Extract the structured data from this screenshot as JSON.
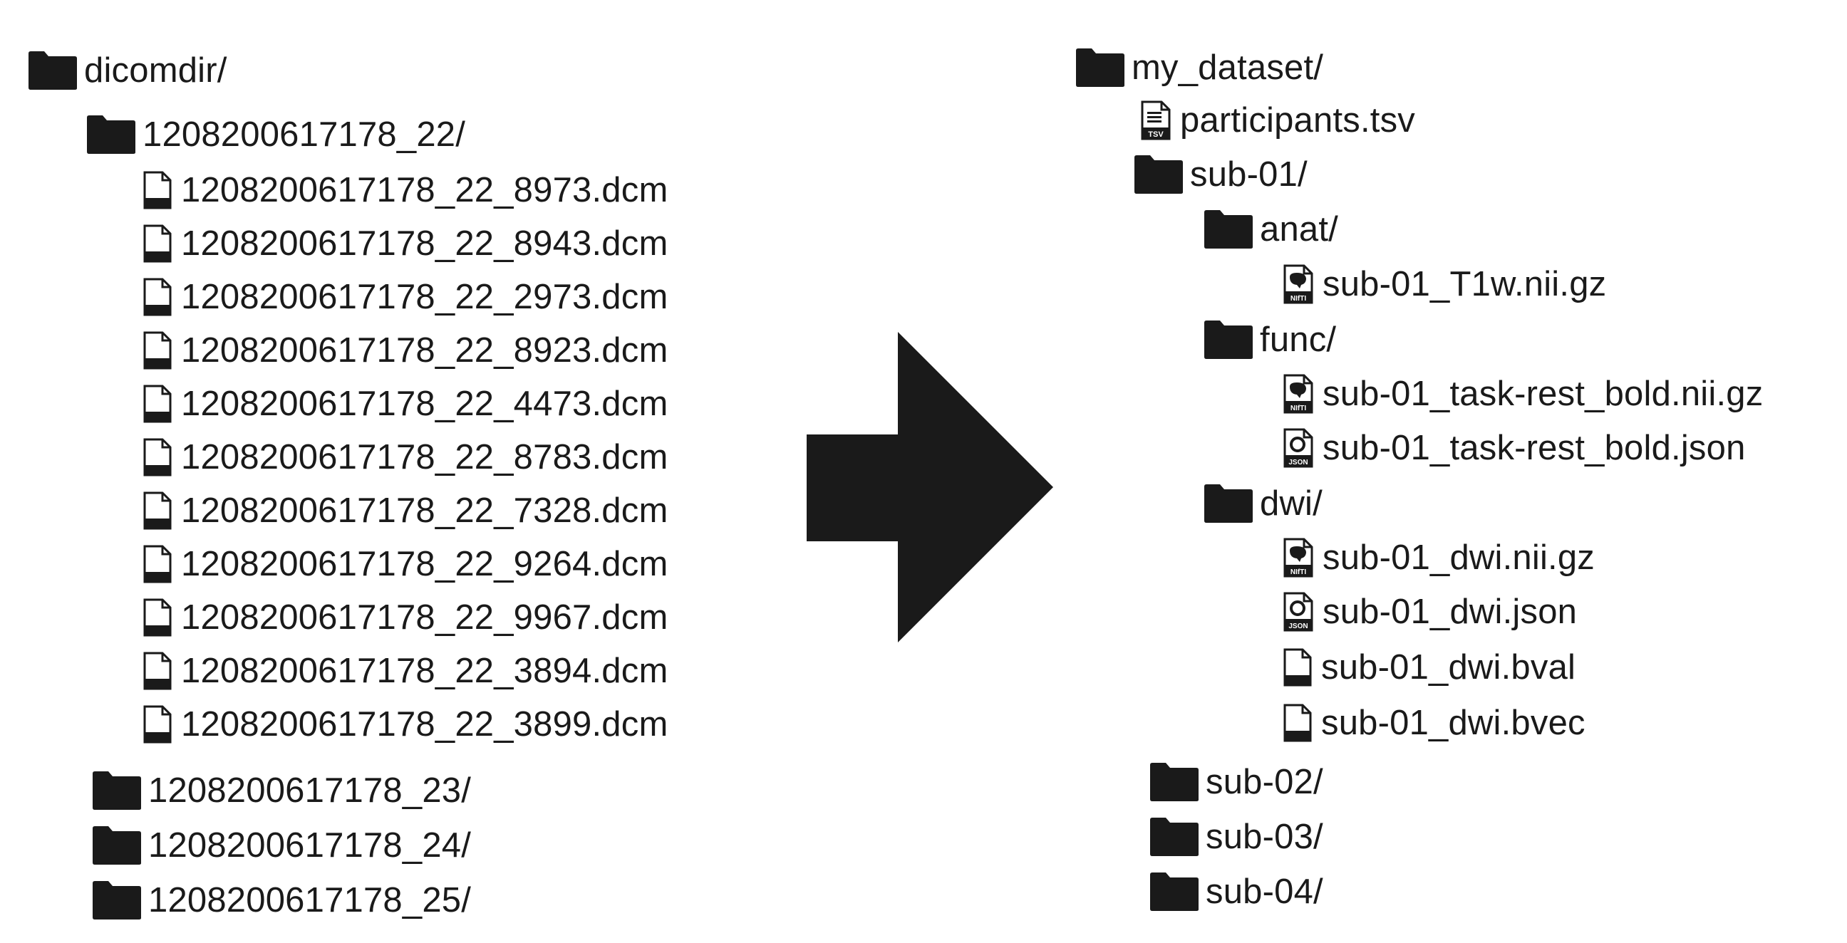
{
  "source_tree": {
    "root": "dicomdir/",
    "open_folder": "1208200617178_22/",
    "files": [
      "1208200617178_22_8973.dcm",
      "1208200617178_22_8943.dcm",
      "1208200617178_22_2973.dcm",
      "1208200617178_22_8923.dcm",
      "1208200617178_22_4473.dcm",
      "1208200617178_22_8783.dcm",
      "1208200617178_22_7328.dcm",
      "1208200617178_22_9264.dcm",
      "1208200617178_22_9967.dcm",
      "1208200617178_22_3894.dcm",
      "1208200617178_22_3899.dcm"
    ],
    "other_folders": [
      "1208200617178_23/",
      "1208200617178_24/",
      "1208200617178_25/"
    ]
  },
  "arrow": {
    "icon": "right-arrow-icon"
  },
  "bids_tree": {
    "root": "my_dataset/",
    "participants_file": "participants.tsv",
    "subject": "sub-01/",
    "anat": {
      "folder": "anat/",
      "files": [
        "sub-01_T1w.nii.gz"
      ]
    },
    "func": {
      "folder": "func/",
      "files": [
        "sub-01_task-rest_bold.nii.gz",
        "sub-01_task-rest_bold.json"
      ]
    },
    "dwi": {
      "folder": "dwi/",
      "files": [
        "sub-01_dwi.nii.gz",
        "sub-01_dwi.json",
        "sub-01_dwi.bval",
        "sub-01_dwi.bvec"
      ]
    },
    "other_subjects": [
      "sub-02/",
      "sub-03/",
      "sub-04/"
    ]
  },
  "icon_badges": {
    "tsv": "TSV",
    "nifti": "NIfTI",
    "json": "JSON"
  },
  "colors": {
    "ink": "#1a1a1a",
    "background": "#ffffff"
  }
}
